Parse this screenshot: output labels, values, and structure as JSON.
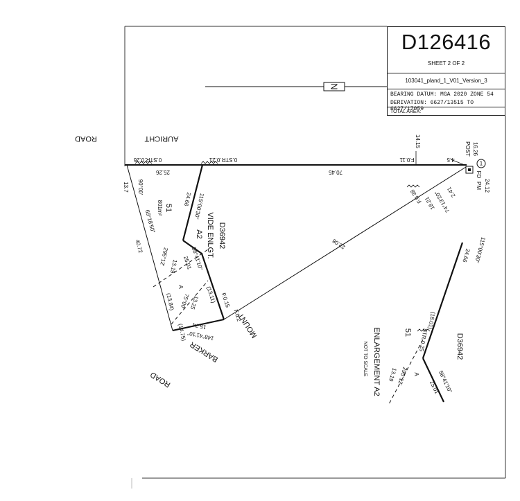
{
  "title_block": {
    "plan_number": "D126416",
    "sheet": "SHEET 2 OF 2",
    "version": "103041_pland_1_V01_Version_3",
    "bearing_datum": "BEARING DATUM: MGA 2020 ZONE 54",
    "derivation": "DERIVATION: 6627/13515 TO 6627/17059",
    "total_area": "TOTAL AREA:"
  },
  "north_arrow": {
    "label": "N"
  },
  "roads": {
    "auricht": "AURICHT",
    "auricht_road": "ROAD",
    "barker": "BARKER",
    "barker_road": "ROAD",
    "mount": "MOUNT"
  },
  "labels": {
    "str_26": "0.STR.0.26",
    "str_21": "0.STR.0.21",
    "dim_25_26": "25.26",
    "dim_70_45": "70.45",
    "f_011": "F.0.11",
    "dim_14_15": "14.15",
    "dim_16_26": "16.26",
    "dim_4_5": "4.5",
    "circle_1": "1",
    "pm": "PM",
    "fd": "FD",
    "post": "POST",
    "dim_24_12": "24.12",
    "dim_2_41": "2.41",
    "bearing_74": "74°13'20\"",
    "dim_18_21": "18.21",
    "f_038": "F.0.38",
    "dim_22_08": "22.08",
    "dim_13_7": "13.7",
    "bearing_90": "90°00'",
    "lot_51": "51",
    "area_801": "801m²",
    "dim_24_66": "24.66",
    "bearing_115": "115°00'30\"",
    "d36942": "D36942",
    "vide": "VIDE ENLGT.",
    "a2": "A2",
    "bearing_69": "69°18'50\"",
    "dim_40_72": "40.72",
    "dim_13_19": "13.19",
    "bearing_295": "295°12'",
    "bearing_58": "58°41'10\"",
    "dim_25_01": "25.01",
    "dim_13_11": "(13.11)",
    "letter_a": "A",
    "dim_13_84": "(13.84)",
    "dim_13_25": "13.25",
    "bearing_75": "75°00'",
    "dim_14_75": "(14.75)",
    "dim_15_74": "15.74",
    "bearing_148": "148°41'10\"",
    "f_015": "F.0.15",
    "f_02": "F.0.2"
  },
  "enlargement": {
    "title": "ENLARGEMENT A2",
    "note": "NOT TO SCALE",
    "lot_51": "51",
    "d36942": "D36942",
    "bearing_115": "115°00'30\"",
    "dim_24_66": "24.66",
    "str_025": "STR.0.25",
    "dim_18_01": "(18.01)",
    "letter_a": "A",
    "bearing_295": "295°12'",
    "dim_13_19": "13.19",
    "bearing_58": "58°41'10\"",
    "dim_25_01": "25.01"
  },
  "colors": {
    "ink": "#111111",
    "frame": "#333333",
    "paper": "#ffffff"
  }
}
